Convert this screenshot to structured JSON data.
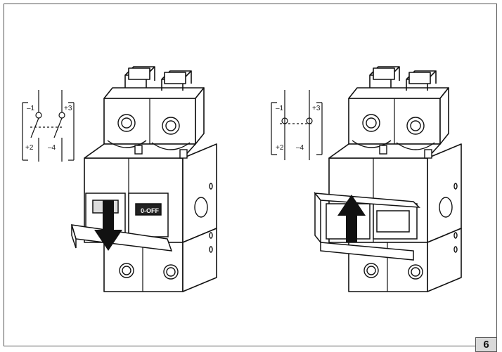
{
  "page": {
    "number": "6"
  },
  "left_figure": {
    "state": "off",
    "arrow_direction": "down",
    "handle_text": "0-OFF",
    "schematic": {
      "labels": [
        "–1",
        "+3",
        "+2",
        "–4"
      ],
      "contacts": "open"
    }
  },
  "right_figure": {
    "state": "on",
    "arrow_direction": "up",
    "schematic": {
      "labels": [
        "–1",
        "+3",
        "+2",
        "–4"
      ],
      "contacts": "closed"
    }
  },
  "colors": {
    "line": "#111111",
    "page_badge": "#d9d9d9",
    "frame": "#555555"
  }
}
